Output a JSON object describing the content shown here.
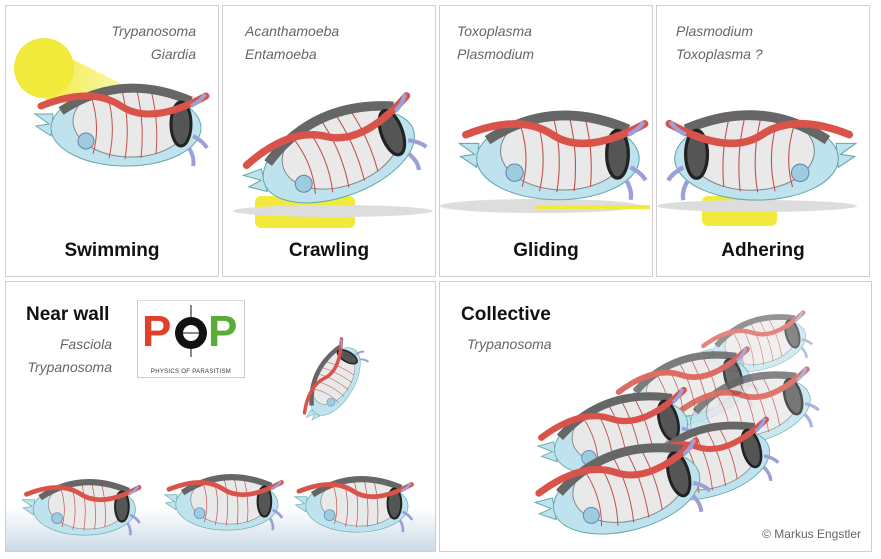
{
  "panels": [
    {
      "title": "Swimming",
      "species": [
        "Trypanosoma",
        "Giardia"
      ]
    },
    {
      "title": "Crawling",
      "species": [
        "Acanthamoeba",
        "Entamoeba"
      ]
    },
    {
      "title": "Gliding",
      "species": [
        "Toxoplasma",
        "Plasmodium"
      ]
    },
    {
      "title": "Adhering",
      "species": [
        "Plasmodium",
        "Toxoplasma ?"
      ]
    }
  ],
  "near_wall": {
    "title": "Near wall",
    "species": [
      "Fasciola",
      "Trypanosoma"
    ]
  },
  "collective": {
    "title": "Collective",
    "species": [
      "Trypanosoma"
    ]
  },
  "logo": {
    "letter_left": "P",
    "letter_right": "P",
    "subtitle": "PHYSICS OF PARASITISM"
  },
  "credit": "© Markus Engstler",
  "colors": {
    "flagellum": "#d9534a",
    "highlight": "#f2ea3a",
    "cytoplasm": "#bfe3ee",
    "body": "#e6e6e6"
  }
}
